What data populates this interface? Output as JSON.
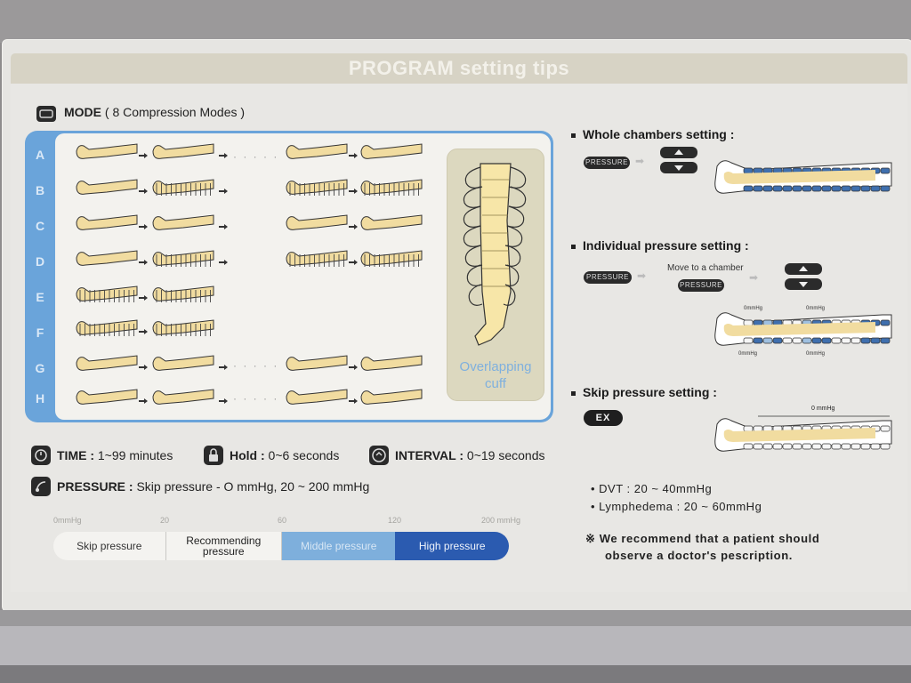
{
  "header": {
    "title": "PROGRAM setting tips"
  },
  "mode": {
    "title": "MODE",
    "subtitle": "( 8 Compression Modes )",
    "rows": [
      "A",
      "B",
      "C",
      "D",
      "E",
      "F",
      "G",
      "H"
    ],
    "dots": "· · · · ·",
    "overlap_label_line1": "Overlapping",
    "overlap_label_line2": "cuff"
  },
  "specs": {
    "time_label": "TIME :",
    "time_value": "1~99 minutes",
    "hold_label": "Hold :",
    "hold_value": "0~6 seconds",
    "interval_label": "INTERVAL :",
    "interval_value": "0~19 seconds",
    "pressure_label": "PRESSURE :",
    "pressure_value": "Skip pressure - O mmHg, 20 ~ 200 mmHg"
  },
  "pressure_scale": {
    "ticks": [
      "0mmHg",
      "20",
      "60",
      "120",
      "200 mmHg"
    ],
    "segments": [
      "Skip pressure",
      "Recommending pressure",
      "Middle pressure",
      "High pressure"
    ]
  },
  "whole_chambers": {
    "title": "Whole chambers setting :",
    "pressure_button": "PRESSURE"
  },
  "individual": {
    "title": "Individual pressure setting :",
    "pressure_button": "PRESSURE",
    "move_label": "Move to a chamber",
    "pressure_button2": "PRESSURE",
    "zero_label": "0mmHg"
  },
  "skip": {
    "title": "Skip pressure setting :",
    "ex_button": "EX",
    "zero_label": "0 mmHg"
  },
  "bullets": {
    "dvt": "DVT : 20 ~ 40mmHg",
    "lymph": "Lymphedema : 20 ~ 60mmHg"
  },
  "note": {
    "line1": "※ We recommend that a patient should",
    "line2": "observe a doctor's pescription."
  },
  "colors": {
    "cuff_yellow": "#f1dca0",
    "mode_blue": "#6aa4da",
    "middle_blue": "#7eafdc",
    "high_blue": "#2b5bb0"
  }
}
